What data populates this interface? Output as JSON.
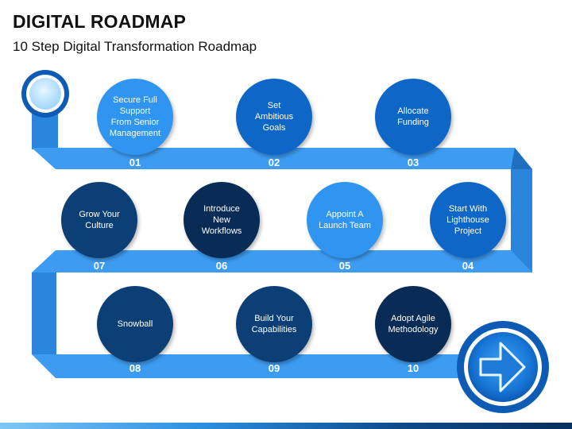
{
  "header": {
    "title": "DIGITAL ROADMAP",
    "subtitle": "10 Step Digital Transformation Roadmap"
  },
  "colors": {
    "road": "#3d9cf2",
    "road_dark": "#2a86dc",
    "step_light": "#2f95f0",
    "step_mid": "#0e67c6",
    "step_navy": "#0b3f75",
    "step_darkest": "#082c55",
    "number": "#ffffff"
  },
  "icons": {
    "start": "start-ring-icon",
    "end": "arrow-right-icon"
  },
  "steps": [
    {
      "number": "01",
      "label": "Secure Full Support From Senior Management",
      "lines": [
        "Secure Full",
        "Support",
        "From Senior",
        "Management"
      ]
    },
    {
      "number": "02",
      "label": "Set Ambitious Goals",
      "lines": [
        "Set",
        "Ambitious",
        "Goals"
      ]
    },
    {
      "number": "03",
      "label": "Allocate Funding",
      "lines": [
        "Allocate",
        "Funding"
      ]
    },
    {
      "number": "04",
      "label": "Start With Lighthouse Project",
      "lines": [
        "Start With",
        "Lighthouse",
        "Project"
      ]
    },
    {
      "number": "05",
      "label": "Appoint A Launch Team",
      "lines": [
        "Appoint A",
        "Launch Team"
      ]
    },
    {
      "number": "06",
      "label": "Introduce New Workflows",
      "lines": [
        "Introduce",
        "New",
        "Workflows"
      ]
    },
    {
      "number": "07",
      "label": "Grow Your Culture",
      "lines": [
        "Grow Your",
        "Culture"
      ]
    },
    {
      "number": "08",
      "label": "Snowball",
      "lines": [
        "Snowball"
      ]
    },
    {
      "number": "09",
      "label": "Build Your Capabilities",
      "lines": [
        "Build Your",
        "Capabilities"
      ]
    },
    {
      "number": "10",
      "label": "Adopt Agile Methodology",
      "lines": [
        "Adopt Agile",
        "Methodology"
      ]
    }
  ]
}
